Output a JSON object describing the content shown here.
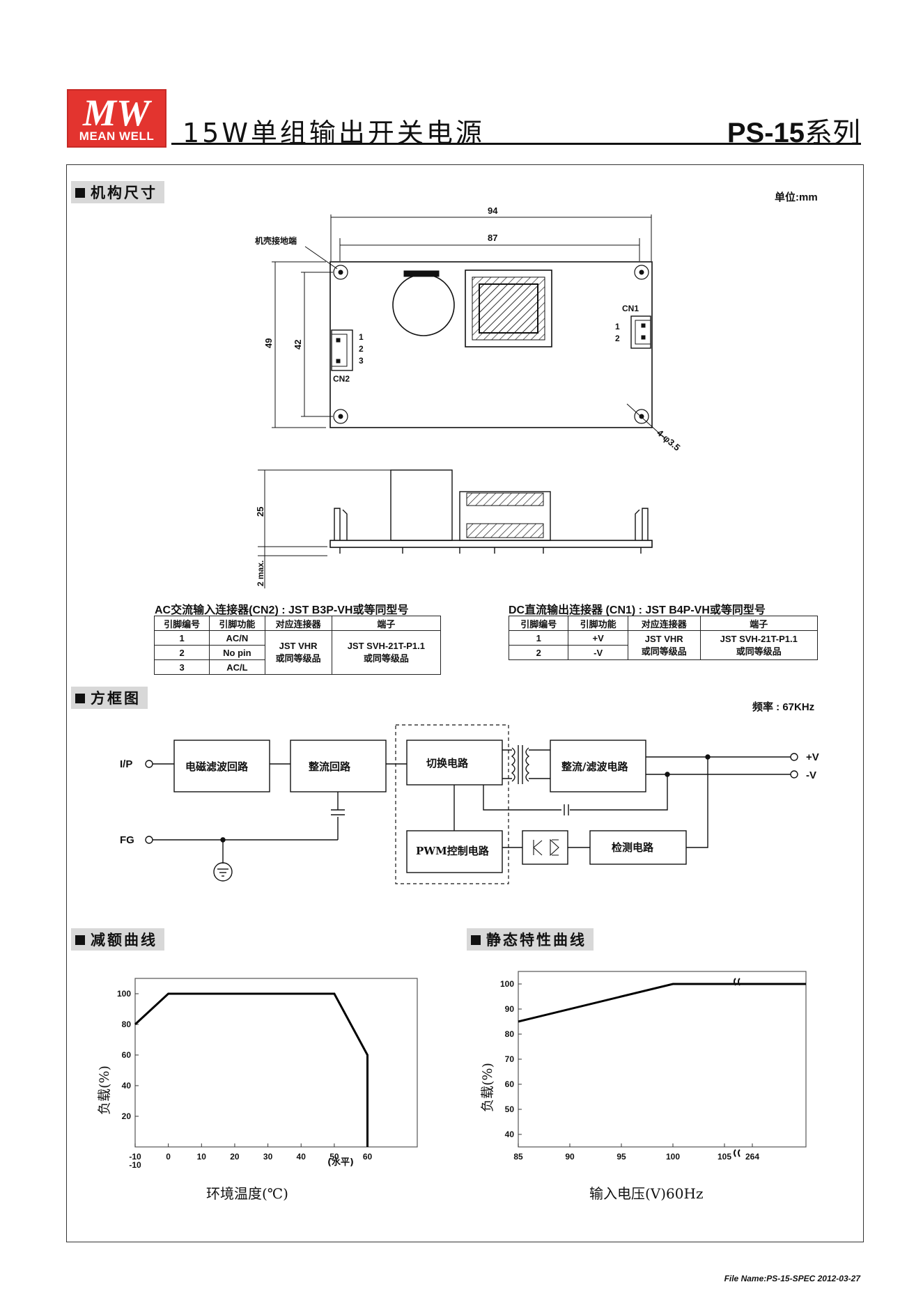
{
  "header": {
    "logo_text": "MEAN WELL",
    "title": "15W单组输出开关电源",
    "series_code": "PS-15",
    "series_suffix": "系列"
  },
  "sections": {
    "mechanical": "机构尺寸",
    "block": "方框图",
    "derating": "减额曲线",
    "static": "静态特性曲线"
  },
  "mechanical": {
    "unit": "单位:mm",
    "dims": {
      "width_outer": "94",
      "width_inner": "87",
      "height_outer": "49",
      "height_inner": "42",
      "hole": "4-φ3.5",
      "depth": "25",
      "pin_clear": "2 max."
    },
    "ground_label": "机壳接地端",
    "cn1": "CN1",
    "cn2": "CN2",
    "cn1_pins": [
      "1",
      "2"
    ],
    "cn2_pins": [
      "1",
      "2",
      "3"
    ]
  },
  "ac_table": {
    "title": "AC交流输入连接器(CN2) : JST B3P-VH或等同型号",
    "headers": [
      "引脚编号",
      "引脚功能",
      "对应连接器",
      "端子"
    ],
    "rows": [
      [
        "1",
        "AC/N"
      ],
      [
        "2",
        "No pin"
      ],
      [
        "3",
        "AC/L"
      ]
    ],
    "mating": [
      "JST VHR",
      "或同等级品"
    ],
    "terminal": [
      "JST SVH-21T-P1.1",
      "或同等级品"
    ]
  },
  "dc_table": {
    "title": "DC直流输出连接器 (CN1) : JST B4P-VH或等同型号",
    "headers": [
      "引脚编号",
      "引脚功能",
      "对应连接器",
      "端子"
    ],
    "rows": [
      [
        "1",
        "+V"
      ],
      [
        "2",
        "-V"
      ]
    ],
    "mating": [
      "JST VHR",
      "或同等级品"
    ],
    "terminal": [
      "JST SVH-21T-P1.1",
      "或同等级品"
    ]
  },
  "block_diagram": {
    "freq": "频率 : 67KHz",
    "ip": "I/P",
    "fg": "FG",
    "plus_v": "+V",
    "minus_v": "-V",
    "emi": "电磁滤波回路",
    "rect": "整流回路",
    "switch": "切换电路",
    "rect_filter": "整流/滤波电路",
    "pwm": "PWM控制电路",
    "detect": "检测电路"
  },
  "chart_data": [
    {
      "type": "line",
      "title": "",
      "xlabel": "环境温度(℃)",
      "ylabel": "负载(%)",
      "x_unit": "(水平)",
      "x": [
        -10,
        0,
        50,
        60,
        60
      ],
      "y": [
        80,
        100,
        100,
        60,
        0
      ],
      "xticks": [
        "-10",
        "0",
        "10",
        "20",
        "30",
        "40",
        "50",
        "60"
      ],
      "xtick_sub": "-10",
      "yticks": [
        "20",
        "40",
        "60",
        "80",
        "100"
      ],
      "xlim": [
        -10,
        75
      ],
      "ylim": [
        0,
        110
      ],
      "grid": false
    },
    {
      "type": "line",
      "title": "",
      "xlabel": "输入电压(V)60Hz",
      "ylabel": "负载(%)",
      "x": [
        85,
        100,
        264
      ],
      "y": [
        85,
        100,
        100
      ],
      "xticks": [
        "85",
        "90",
        "95",
        "100",
        "105",
        "264"
      ],
      "yticks": [
        "40",
        "50",
        "60",
        "70",
        "80",
        "90",
        "100"
      ],
      "ylim": [
        35,
        105
      ],
      "axis_break": true,
      "grid": false
    }
  ],
  "footer": "File Name:PS-15-SPEC   2012-03-27"
}
